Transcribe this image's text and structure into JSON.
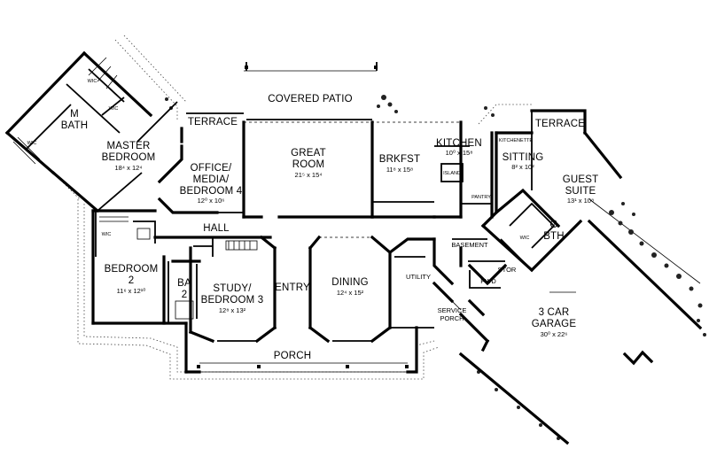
{
  "rooms": {
    "covered_patio": {
      "name": "COVERED PATIO"
    },
    "terrace_left": {
      "name": "TERRACE"
    },
    "terrace_right": {
      "name": "TERRACE"
    },
    "m_bath": {
      "line1": "M",
      "line2": "BATH"
    },
    "master_bedroom": {
      "line1": "MASTER",
      "line2": "BEDROOM",
      "dim": "18⁴ x 12⁴"
    },
    "office": {
      "line1": "OFFICE/",
      "line2": "MEDIA/",
      "line3": "BEDROOM 4",
      "dim": "12⁰ x 10⁶"
    },
    "great_room": {
      "line1": "GREAT",
      "line2": "ROOM",
      "dim": "21⁵ x 15⁴"
    },
    "brkfst": {
      "name": "BRKFST",
      "dim": "11⁸ x 15⁸"
    },
    "kitchen": {
      "name": "KITCHEN",
      "dim": "10⁰ x 15⁸"
    },
    "sitting": {
      "name": "SITTING",
      "dim": "8² x 10²"
    },
    "guest_suite": {
      "line1": "GUEST",
      "line2": "SUITE",
      "dim": "13¹ x 10⁸"
    },
    "hall": {
      "name": "HALL"
    },
    "bedroom2": {
      "line1": "BEDROOM",
      "line2": "2",
      "dim": "11⁶ x 12¹⁰"
    },
    "ba2": {
      "line1": "BA",
      "line2": "2"
    },
    "study": {
      "line1": "STUDY/",
      "line2": "BEDROOM 3",
      "dim": "12⁸ x 13²"
    },
    "entry": {
      "name": "ENTRY"
    },
    "dining": {
      "name": "DINING",
      "dim": "12⁴ x 15²"
    },
    "utility": {
      "name": "UTILITY"
    },
    "basement": {
      "name": "BASEMENT"
    },
    "stor": {
      "name": "STOR"
    },
    "pwd": {
      "name": "PWD"
    },
    "g_bth": {
      "line1": "G",
      "line2": "BTH"
    },
    "service_porch": {
      "line1": "SERVICE",
      "line2": "PORCH"
    },
    "garage": {
      "line1": "3 CAR",
      "line2": "GARAGE",
      "dim": "30⁰ x 22⁶"
    },
    "porch": {
      "name": "PORCH"
    },
    "pantry": {
      "name": "PANTRY"
    },
    "island": {
      "name": "ISLAND"
    },
    "kitchenette": {
      "name": "KITCHENETTE"
    }
  },
  "closets": {
    "wic1": "WIC",
    "wic2": "WIC",
    "wic3": "WIC",
    "wic4": "WIC",
    "wic5": "WIC"
  }
}
